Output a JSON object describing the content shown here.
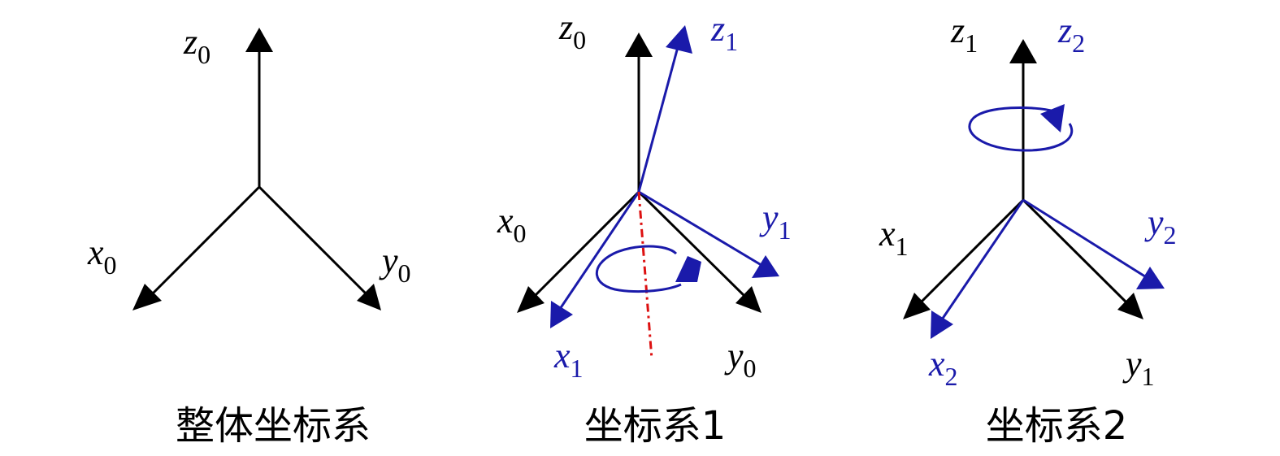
{
  "colors": {
    "base_axes": "#000000",
    "rotated_axes": "#1a1aaa",
    "rotation_axis": "#dd1111"
  },
  "panels": [
    {
      "caption": "整体坐标系",
      "labels": {
        "z0": {
          "main": "z",
          "sub": "0"
        },
        "x0": {
          "main": "x",
          "sub": "0"
        },
        "y0": {
          "main": "y",
          "sub": "0"
        }
      }
    },
    {
      "caption": "坐标系1",
      "labels": {
        "z0": {
          "main": "z",
          "sub": "0"
        },
        "z1": {
          "main": "z",
          "sub": "1"
        },
        "x0": {
          "main": "x",
          "sub": "0"
        },
        "y1": {
          "main": "y",
          "sub": "1"
        },
        "x1": {
          "main": "x",
          "sub": "1"
        },
        "y0": {
          "main": "y",
          "sub": "0"
        }
      }
    },
    {
      "caption": "坐标系2",
      "labels": {
        "z1": {
          "main": "z",
          "sub": "1"
        },
        "z2": {
          "main": "z",
          "sub": "2"
        },
        "x1": {
          "main": "x",
          "sub": "1"
        },
        "y2": {
          "main": "y",
          "sub": "2"
        },
        "x2": {
          "main": "x",
          "sub": "2"
        },
        "y1": {
          "main": "y",
          "sub": "1"
        }
      }
    }
  ]
}
